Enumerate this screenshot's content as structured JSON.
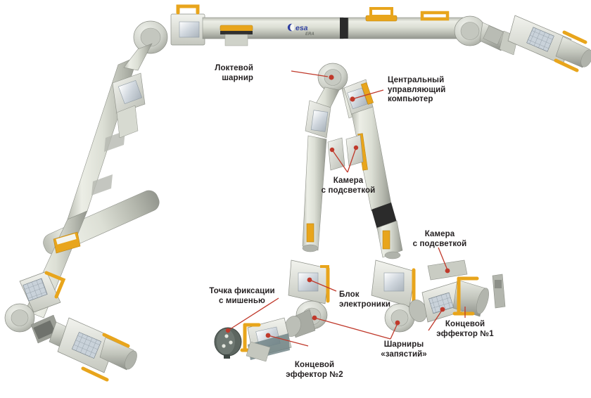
{
  "diagram": {
    "subject": "European Robotic Arm (ERA)",
    "logo": {
      "agency": "esa",
      "program": "ERA"
    },
    "colors": {
      "leader_line": "#c0392b",
      "marker_dot": "#c0392b",
      "handrail_yellow": "#f0a81e",
      "tube_light": "#e8e9e2",
      "tube_mid": "#c8cac0",
      "tube_dark": "#9fa29a",
      "joint_gray": "#cdd0c8",
      "black_band": "#2b2b2b",
      "label_text": "#231f20",
      "background": "#ffffff"
    }
  },
  "labels": {
    "elbow_joint": {
      "lines": [
        "Локтевой",
        "шарнир"
      ]
    },
    "central_computer": {
      "lines": [
        "Центральный",
        "управляющий",
        "компьютер"
      ]
    },
    "camera_lit_upper": {
      "lines": [
        "Камера",
        "с подсветкой"
      ]
    },
    "camera_lit_lower": {
      "lines": [
        "Камера",
        "с подсветкой"
      ]
    },
    "target_fixation_point": {
      "lines": [
        "Точка фиксации",
        "с мишенью"
      ]
    },
    "electronics_block": {
      "lines": [
        "Блок",
        "электроники"
      ]
    },
    "wrist_joints": {
      "lines": [
        "Шарниры",
        "«запястий»"
      ]
    },
    "end_effector_1": {
      "lines": [
        "Концевой",
        "эффектор №1"
      ]
    },
    "end_effector_2": {
      "lines": [
        "Концевой",
        "эффектор №2"
      ]
    }
  }
}
